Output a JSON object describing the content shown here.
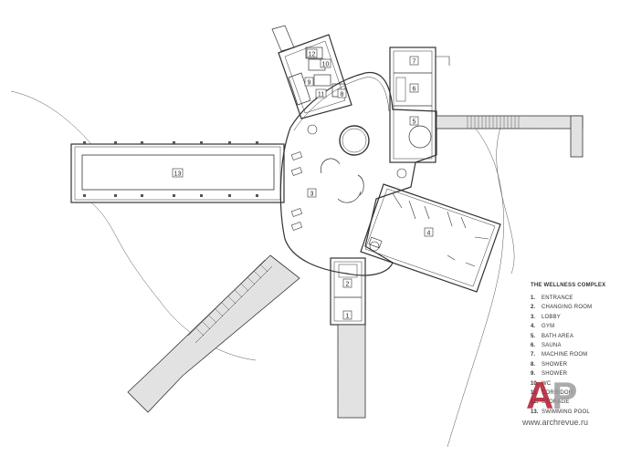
{
  "legend": {
    "title": "THE WELLNESS COMPLEX",
    "items": [
      {
        "num": "1.",
        "name": "ENTRANCE"
      },
      {
        "num": "2.",
        "name": "CHANGING ROOM"
      },
      {
        "num": "3.",
        "name": "LOBBY"
      },
      {
        "num": "4.",
        "name": "GYM"
      },
      {
        "num": "5.",
        "name": "BATH AREA"
      },
      {
        "num": "6.",
        "name": "SAUNA"
      },
      {
        "num": "7.",
        "name": "MACHINE ROOM"
      },
      {
        "num": "8.",
        "name": "SHOWER"
      },
      {
        "num": "9.",
        "name": "SHOWER"
      },
      {
        "num": "10.",
        "name": "WC"
      },
      {
        "num": "11.",
        "name": "CORRIDOR"
      },
      {
        "num": "12.",
        "name": "STORAGE"
      },
      {
        "num": "13.",
        "name": "SWIMMING POOL"
      }
    ]
  },
  "room_labels": {
    "r1": "1",
    "r2": "2",
    "r3": "3",
    "r4": "4",
    "r5": "5",
    "r6": "6",
    "r7": "7",
    "r8": "8",
    "r9": "9",
    "r10": "10",
    "r11": "11",
    "r12": "12",
    "r13": "13"
  },
  "watermark": {
    "logo_a": "A",
    "logo_p": "P",
    "url": "www.archrevue.ru"
  },
  "colors": {
    "line": "#333333",
    "hatch_fill": "#e2e2e2",
    "logo_red": "#b22234",
    "logo_grey": "#999999"
  }
}
